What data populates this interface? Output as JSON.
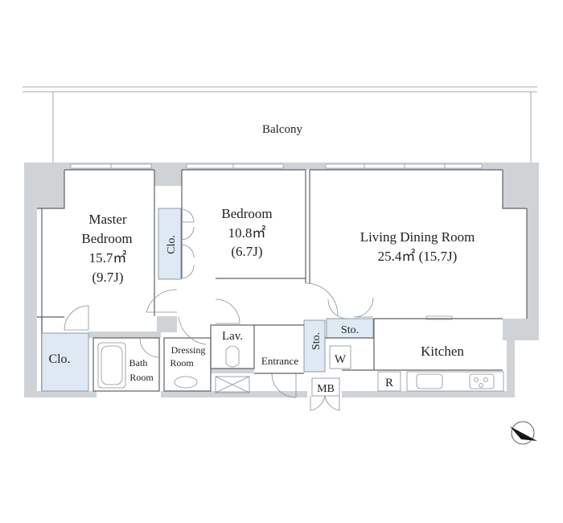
{
  "rooms": {
    "balcony": {
      "name": "Balcony"
    },
    "master_bedroom": {
      "name_line1": "Master",
      "name_line2": "Bedroom",
      "area": "15.7㎡",
      "tatami": "(9.7J)"
    },
    "bedroom": {
      "name": "Bedroom",
      "area": "10.8㎡",
      "tatami": "(6.7J)"
    },
    "living_dining": {
      "name": "Living Dining Room",
      "area_tatami": "25.4㎡ (15.7J)"
    },
    "closet_master": {
      "name": "Clo."
    },
    "closet_bedroom": {
      "name": "Clo."
    },
    "bath": {
      "name_line1": "Bath",
      "name_line2": "Room"
    },
    "dressing": {
      "name_line1": "Dressing",
      "name_line2": "Room"
    },
    "lavatory": {
      "name": "Lav."
    },
    "entrance": {
      "name": "Entrance"
    },
    "storage_entrance": {
      "name": "Sto."
    },
    "storage_kitchen": {
      "name": "Sto."
    },
    "kitchen": {
      "name": "Kitchen"
    }
  },
  "fixtures": {
    "washer": "W",
    "meter_box": "MB",
    "refrigerator": "R"
  },
  "colors": {
    "wall": "#cfd3d6",
    "line": "#5c6166",
    "closet_fill": "#dfe9f3"
  },
  "icons": {
    "compass": "north-arrow-icon"
  }
}
